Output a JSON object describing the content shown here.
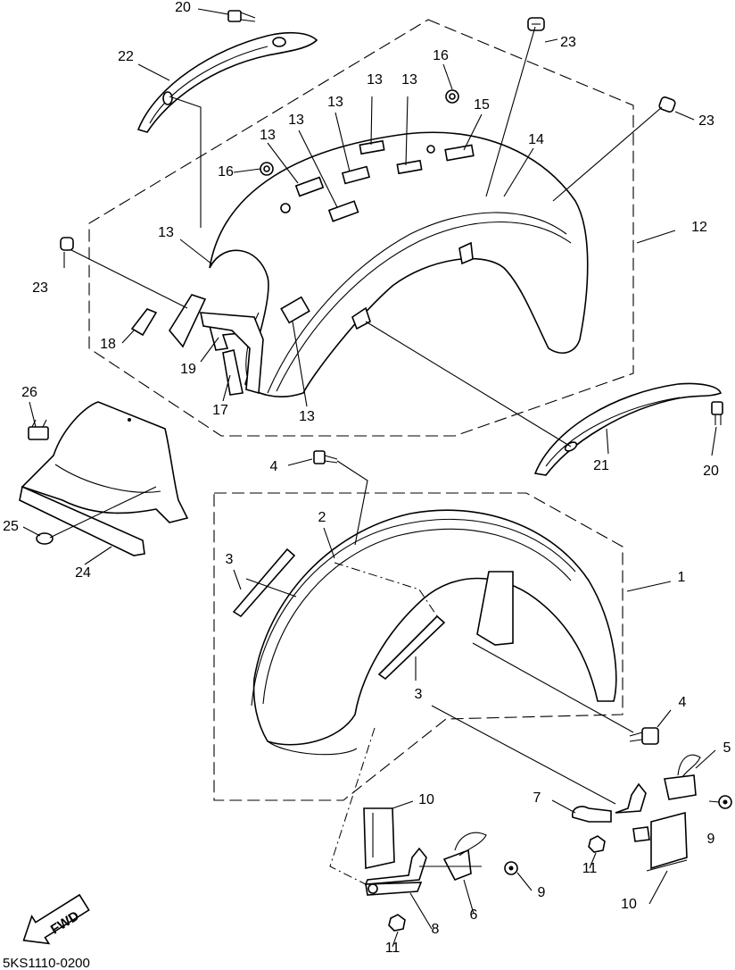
{
  "diagram": {
    "drawing_code": "5KS1110-0200",
    "fwd_label": "FWD",
    "callouts": [
      {
        "id": "c1",
        "label": "1"
      },
      {
        "id": "c2",
        "label": "2"
      },
      {
        "id": "c3a",
        "label": "3"
      },
      {
        "id": "c3b",
        "label": "3"
      },
      {
        "id": "c4a",
        "label": "4"
      },
      {
        "id": "c4b",
        "label": "4"
      },
      {
        "id": "c5",
        "label": "5"
      },
      {
        "id": "c6",
        "label": "6"
      },
      {
        "id": "c7",
        "label": "7"
      },
      {
        "id": "c8",
        "label": "8"
      },
      {
        "id": "c9a",
        "label": "9"
      },
      {
        "id": "c9b",
        "label": "9"
      },
      {
        "id": "c10a",
        "label": "10"
      },
      {
        "id": "c10b",
        "label": "10"
      },
      {
        "id": "c11a",
        "label": "11"
      },
      {
        "id": "c11b",
        "label": "11"
      },
      {
        "id": "c12",
        "label": "12"
      },
      {
        "id": "c13a",
        "label": "13"
      },
      {
        "id": "c13b",
        "label": "13"
      },
      {
        "id": "c13c",
        "label": "13"
      },
      {
        "id": "c13d",
        "label": "13"
      },
      {
        "id": "c13e",
        "label": "13"
      },
      {
        "id": "c13f",
        "label": "13"
      },
      {
        "id": "c13g",
        "label": "13"
      },
      {
        "id": "c14",
        "label": "14"
      },
      {
        "id": "c15",
        "label": "15"
      },
      {
        "id": "c16a",
        "label": "16"
      },
      {
        "id": "c16b",
        "label": "16"
      },
      {
        "id": "c17",
        "label": "17"
      },
      {
        "id": "c18",
        "label": "18"
      },
      {
        "id": "c19",
        "label": "19"
      },
      {
        "id": "c20a",
        "label": "20"
      },
      {
        "id": "c20b",
        "label": "20"
      },
      {
        "id": "c21",
        "label": "21"
      },
      {
        "id": "c22",
        "label": "22"
      },
      {
        "id": "c23a",
        "label": "23"
      },
      {
        "id": "c23b",
        "label": "23"
      },
      {
        "id": "c23c",
        "label": "23"
      },
      {
        "id": "c24",
        "label": "24"
      },
      {
        "id": "c25",
        "label": "25"
      },
      {
        "id": "c26",
        "label": "26"
      }
    ]
  }
}
